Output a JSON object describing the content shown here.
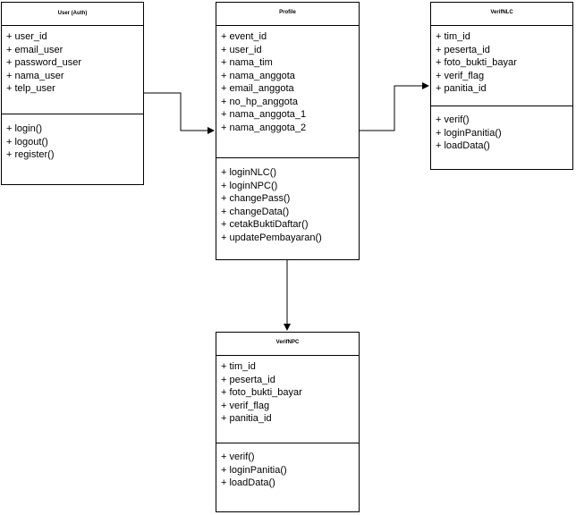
{
  "diagram": {
    "classes": [
      {
        "id": "user",
        "title": "User (Auth)",
        "attributes": [
          "+ user_id",
          "+ email_user",
          "+ password_user",
          "+ nama_user",
          "+ telp_user"
        ],
        "methods": [
          "+ login()",
          "+ logout()",
          "+ register()"
        ]
      },
      {
        "id": "profile",
        "title": "Profile",
        "attributes": [
          "+ event_id",
          "+ user_id",
          "+ nama_tim",
          "+ nama_anggota",
          "+ email_anggota",
          "+ no_hp_anggota",
          "+ nama_anggota_1",
          "+ nama_anggota_2"
        ],
        "methods": [
          "+ loginNLC()",
          "+ loginNPC()",
          "+ changePass()",
          "+ changeData()",
          "+ cetakBuktiDaftar()",
          "+ updatePembayaran()"
        ]
      },
      {
        "id": "verifnlc",
        "title": "VerifNLC",
        "attributes": [
          "+ tim_id",
          "+ peserta_id",
          "+ foto_bukti_bayar",
          "+ verif_flag",
          "+ panitia_id"
        ],
        "methods": [
          "+ verif()",
          "+ loginPanitia()",
          "+ loadData()"
        ]
      },
      {
        "id": "verifnpc",
        "title": "VerifNPC",
        "attributes": [
          "+ tim_id",
          "+ peserta_id",
          "+ foto_bukti_bayar",
          "+ verif_flag",
          "+ panitia_id"
        ],
        "methods": [
          "+ verif()",
          "+ loginPanitia()",
          "+ loadData()"
        ]
      }
    ],
    "connections": [
      {
        "from": "user",
        "to": "profile"
      },
      {
        "from": "profile",
        "to": "verifnlc"
      },
      {
        "from": "profile",
        "to": "verifnpc"
      }
    ]
  }
}
